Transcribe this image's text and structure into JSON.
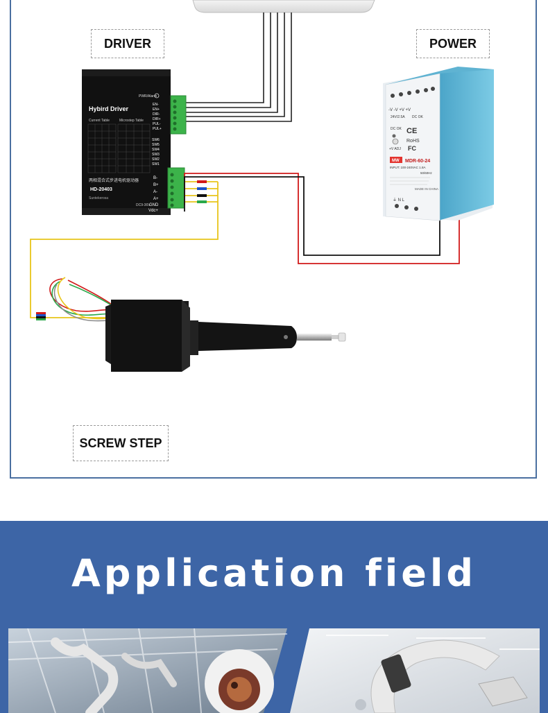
{
  "labels": {
    "driver": "DRIVER",
    "power": "POWER",
    "screw_step": "SCREW STEP"
  },
  "driver_device": {
    "brand_line": "Hybird Driver",
    "current_table": "Current Table",
    "microstep_table": "Microstep Table",
    "chinese_name": "两相混合式步进电机驱动器",
    "model": "HD-20403",
    "maker": "Suntekerosa",
    "power_label": "PWR/Alarm",
    "voltage": "DC9-36V",
    "control_pins": [
      "EN-",
      "EN+",
      "DIR-",
      "DIR+",
      "PUL-",
      "PUL+"
    ],
    "switch_pins": [
      "SW6",
      "SW5",
      "SW4",
      "SW3",
      "SW2",
      "SW1"
    ],
    "motor_pins": [
      "B-",
      "B+",
      "A-",
      "A+"
    ],
    "power_pins": [
      "GND",
      "Vdc+"
    ]
  },
  "power_device": {
    "terminals_top": "-V -V +V +V",
    "rating": "24V/2.5A",
    "dc_ok": "DC OK",
    "dc_ok_left": "DC OK",
    "adj": "+V ADJ",
    "badge": "MW",
    "model": "MDR-60-24",
    "input": "INPUT: 100-240VAC 1.8A",
    "freq": "50/60Hz",
    "ce": "CE",
    "rohs": "RoHS",
    "fc": "FC",
    "origin": "MADE IN CHINA",
    "terminals_bottom": "⏚ N L"
  },
  "section": {
    "title": "Application field"
  },
  "colors": {
    "banner": "#3d65a6",
    "frame": "#4a6fa0",
    "wire_red": "#d11a1a",
    "wire_black": "#111111",
    "wire_yellow": "#e8c51a",
    "wire_blue": "#1b53c8",
    "wire_green": "#2aa84a",
    "psu_teal": "#5fb3d2"
  }
}
